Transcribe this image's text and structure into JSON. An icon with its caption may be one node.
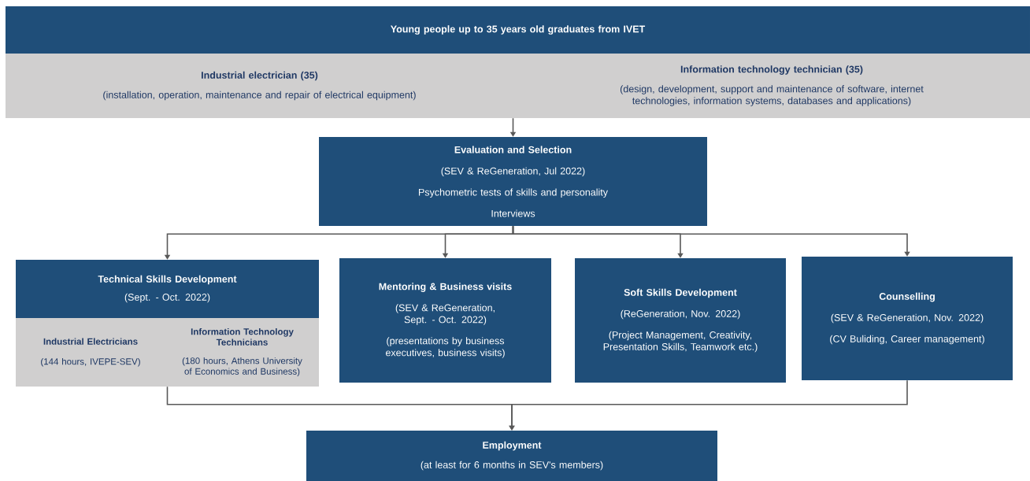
{
  "diagram": {
    "nodes": [
      {
        "text": [
          "Young people up to 35 years old graduates from IVET"
        ]
      },
      {
        "text": [
          "Industrial electrician (35)",
          "(installation, operation, maintenance and repair of electrical equipment)"
        ],
        "in": 0
      },
      {
        "text": [
          "Information technology technician (35)",
          "(design, development, support and maintenance of software, internet technologies, information systems, databases and applications)"
        ],
        "in": 0
      },
      {
        "text": [
          "Evaluation and Selection",
          "(SEV & ReGeneration, Jul 2022)",
          "Psychometric tests of skills and personality",
          "Interviews"
        ]
      },
      {
        "text": [
          "Technical Skills Development",
          "(Sept. - Oct. 2022)"
        ]
      },
      {
        "text": [
          "Industrial Electricians",
          "(144 hours, IVEPE-SEV)"
        ],
        "in": 4
      },
      {
        "text": [
          "Information Technology Technicians",
          "(180 hours, Athens University of Economics and Business)"
        ],
        "in": 4
      },
      {
        "text": [
          "Mentoring & Business visits",
          "(SEV & ReGeneration, Sept. - Oct. 2022)",
          "(presentations by business executives, business visits)"
        ]
      },
      {
        "text": [
          "Soft Skills Development",
          "(ReGeneration, Nov. 2022)",
          "(Project Management, Creativity, Presentation Skills, Teamwork etc.)"
        ]
      },
      {
        "text": [
          "Counselling",
          "(SEV & ReGeneration, Nov. 2022)",
          "(CV Buliding, Career management)"
        ]
      },
      {
        "text": [
          "Employment",
          "(at least for 6 months in SEV's members)"
        ]
      }
    ],
    "edges": [
      {
        "from": 0,
        "to": 3,
        "arrow": "to"
      },
      {
        "from": 3,
        "to": 4,
        "arrow": "to"
      },
      {
        "from": 3,
        "to": 7,
        "arrow": "to"
      },
      {
        "from": 3,
        "to": 8,
        "arrow": "to"
      },
      {
        "from": 3,
        "to": 9,
        "arrow": "to"
      },
      {
        "from": 4,
        "to": 10,
        "arrow": "to"
      },
      {
        "from": 9,
        "to": 10,
        "arrow": "to"
      }
    ]
  }
}
